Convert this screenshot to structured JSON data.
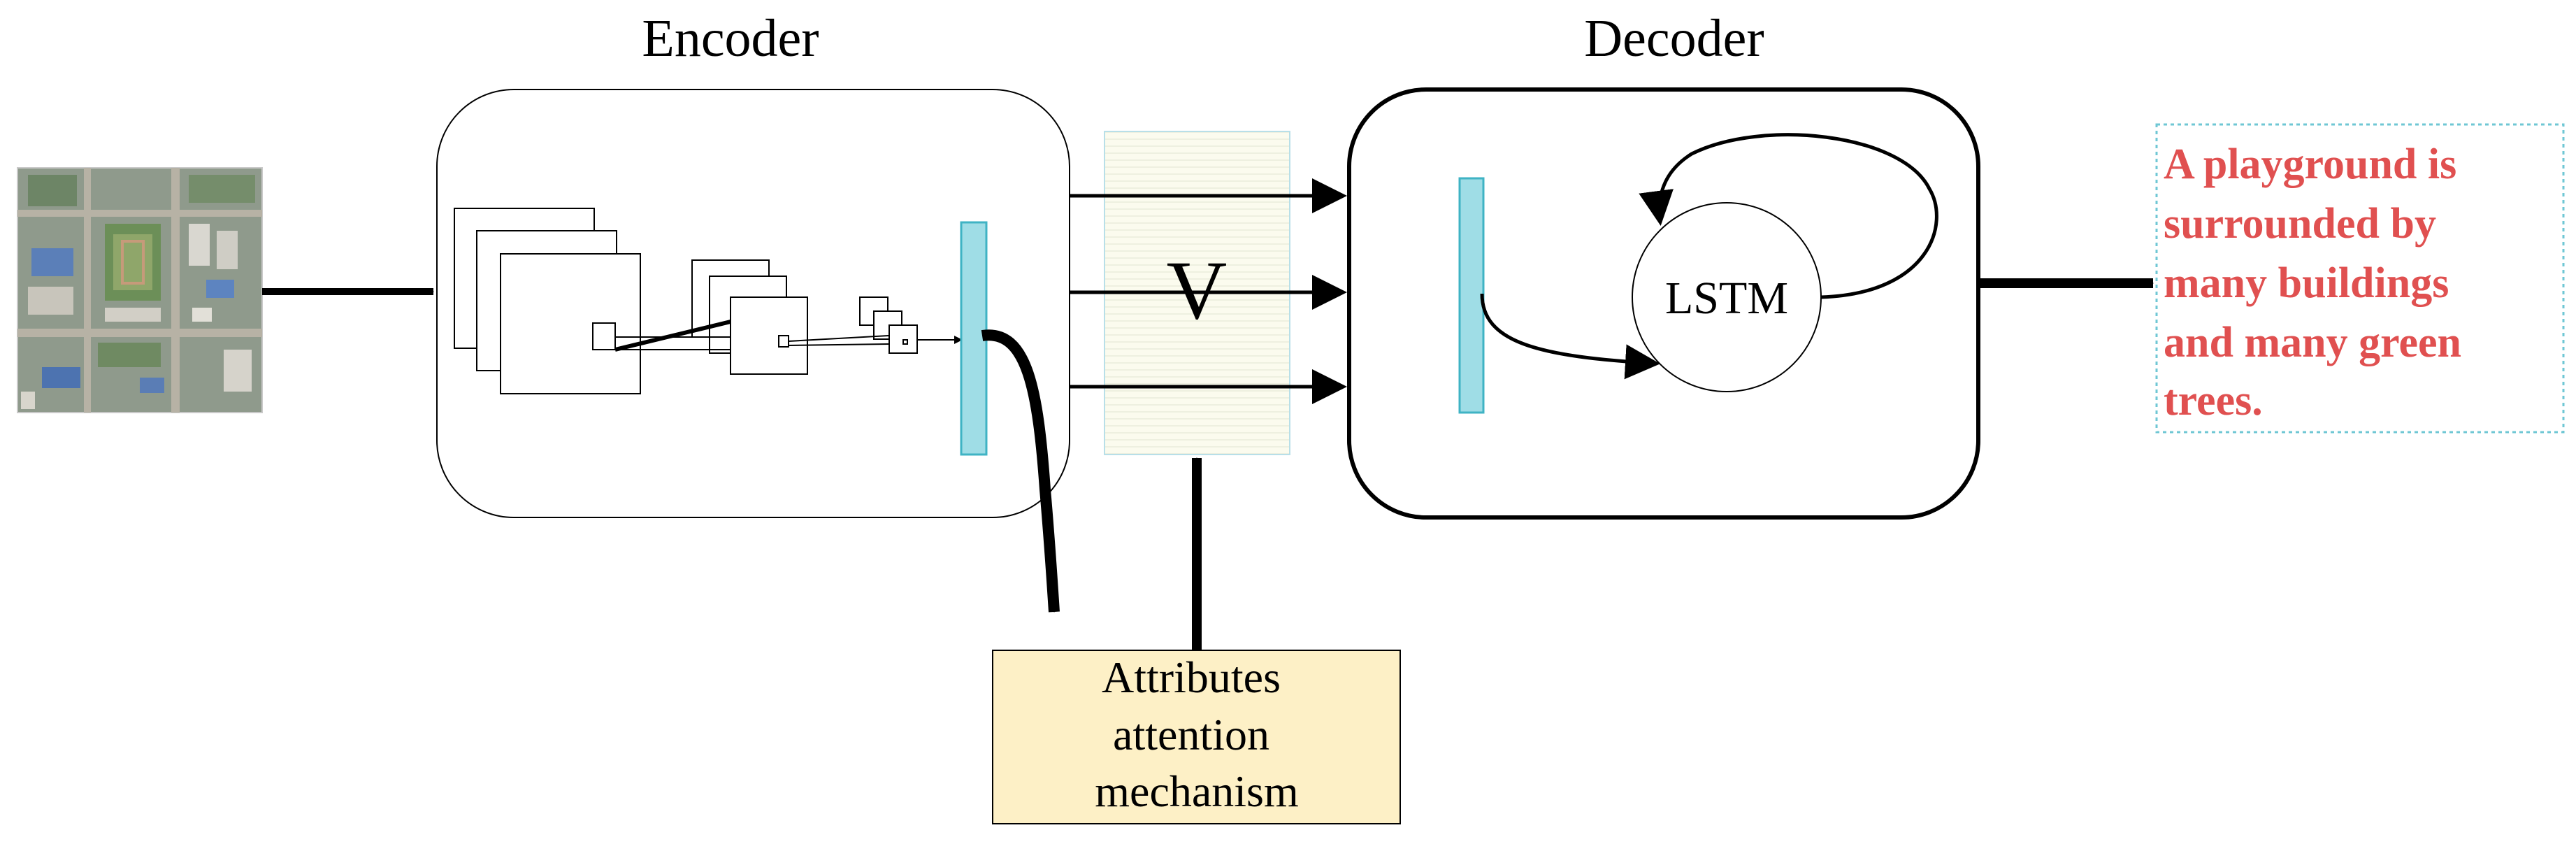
{
  "encoder": {
    "title": "Encoder"
  },
  "decoder": {
    "title": "Decoder",
    "lstm_label": "LSTM"
  },
  "attention_box": {
    "label": "V"
  },
  "attributes": {
    "lines": [
      "Attributes",
      "attention",
      "mechanism"
    ]
  },
  "output": {
    "lines": [
      "A playground is",
      "surrounded by",
      "many buildings",
      "and many green",
      "trees."
    ]
  },
  "colors": {
    "feature_bar": "#9fdde6",
    "feature_bar_stroke": "#3fb3c4",
    "attributes_fill": "#fdf0c6",
    "output_text": "#e05050",
    "output_border": "#6fc7d4",
    "v_box_fill": "#fbfbee",
    "v_box_border": "#b8dfe8"
  },
  "icons": {
    "input_image": "aerial-city-image-icon"
  }
}
